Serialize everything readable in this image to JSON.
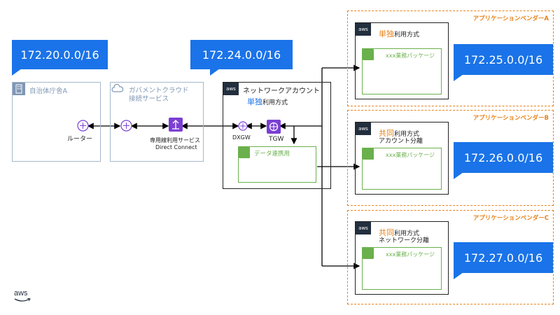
{
  "callouts": {
    "c1": "172.20.0.0/16",
    "c2": "172.24.0.0/16",
    "vA": "172.25.0.0/16",
    "vB": "172.26.0.0/16",
    "vC": "172.27.0.0/16"
  },
  "office": {
    "title": "自治体庁舎A",
    "router_label": "ルーター"
  },
  "gov_cloud": {
    "title_line1": "ガバメントクラウド",
    "title_line2": "接続サービス",
    "dc_line1": "専用線利用サービス",
    "dc_line2": "Direct Connect"
  },
  "network_account": {
    "aws": "aws",
    "title": "ネットワークアカウント",
    "mode_em": "単独",
    "mode_rest": "利用方式",
    "dxgw": "DXGW",
    "tgw": "TGW",
    "subnet": "データ連携用"
  },
  "vendors": [
    {
      "label": "アプリケーションベンダーA",
      "aws": "aws",
      "em": "単独",
      "rest": "利用方式",
      "line2": "",
      "pkg": "xxx業務パッケージ"
    },
    {
      "label": "アプリケーションベンダーB",
      "aws": "aws",
      "em": "共同",
      "rest": "利用方式",
      "line2": "アカウント分離",
      "pkg": "xxx業務パッケージ"
    },
    {
      "label": "アプリケーションベンダーC",
      "aws": "aws",
      "em": "共同",
      "rest": "利用方式",
      "line2": "ネットワーク分離",
      "pkg": "xxx業務パッケージ"
    }
  ],
  "footer_logo": "aws",
  "colors": {
    "callout": "#1a73e8",
    "orange": "#e8831a",
    "green": "#6ab04c",
    "purple": "#7b3fd4",
    "gray": "#7f97b4"
  }
}
